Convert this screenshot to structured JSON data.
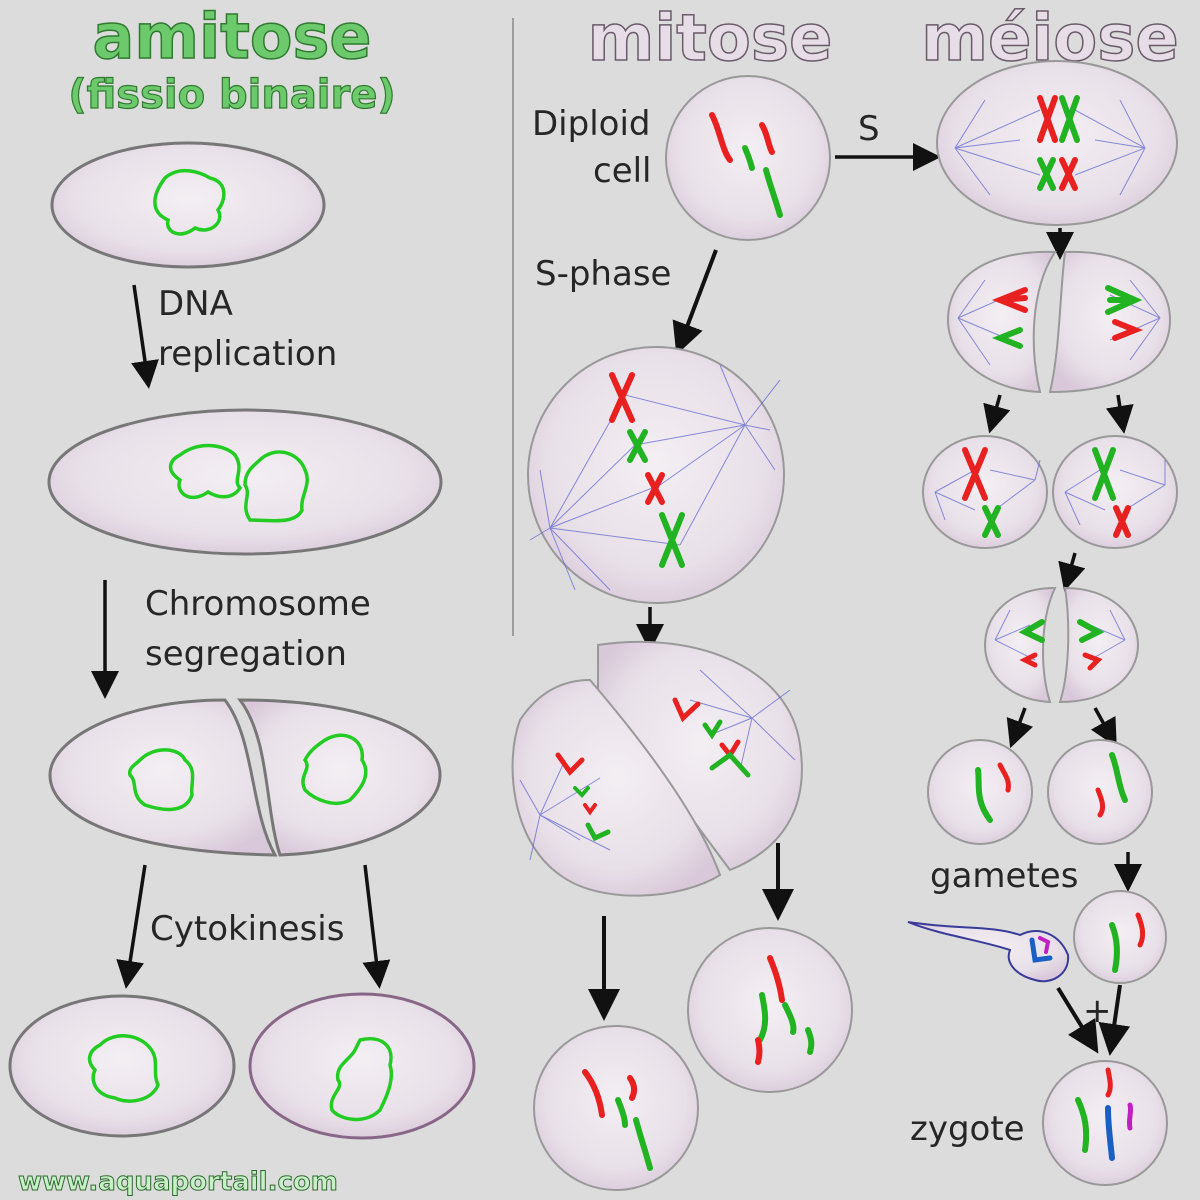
{
  "titles": {
    "amitose": "amitose",
    "amitose_sub": "(fissio binaire)",
    "mitose": "mitose",
    "meiose": "méiose"
  },
  "labels": {
    "dna_replication_1": "DNA",
    "dna_replication_2": "replication",
    "chromosome_segregation_1": "Chromosome",
    "chromosome_segregation_2": "segregation",
    "cytokinesis": "Cytokinesis",
    "diploid_1": "Diploid",
    "diploid_2": "cell",
    "s_phase": "S-phase",
    "s": "S",
    "gametes": "gametes",
    "plus": "+",
    "zygote": "zygote"
  },
  "footer": {
    "website": "www.aquaportail.com"
  },
  "colors": {
    "background": "#dcdcdc",
    "amitose_title": "#6cc96c",
    "other_titles": "#e6dde6",
    "dna": "#22cc22",
    "chromosome_red": "#e82020",
    "chromosome_green": "#22b322",
    "chromosome_blue": "#1a5fc4",
    "chromosome_magenta": "#c020c0",
    "spindle": "#5a60d0",
    "cell_membrane": "#777777",
    "cell_fill": "#ece6ec"
  }
}
